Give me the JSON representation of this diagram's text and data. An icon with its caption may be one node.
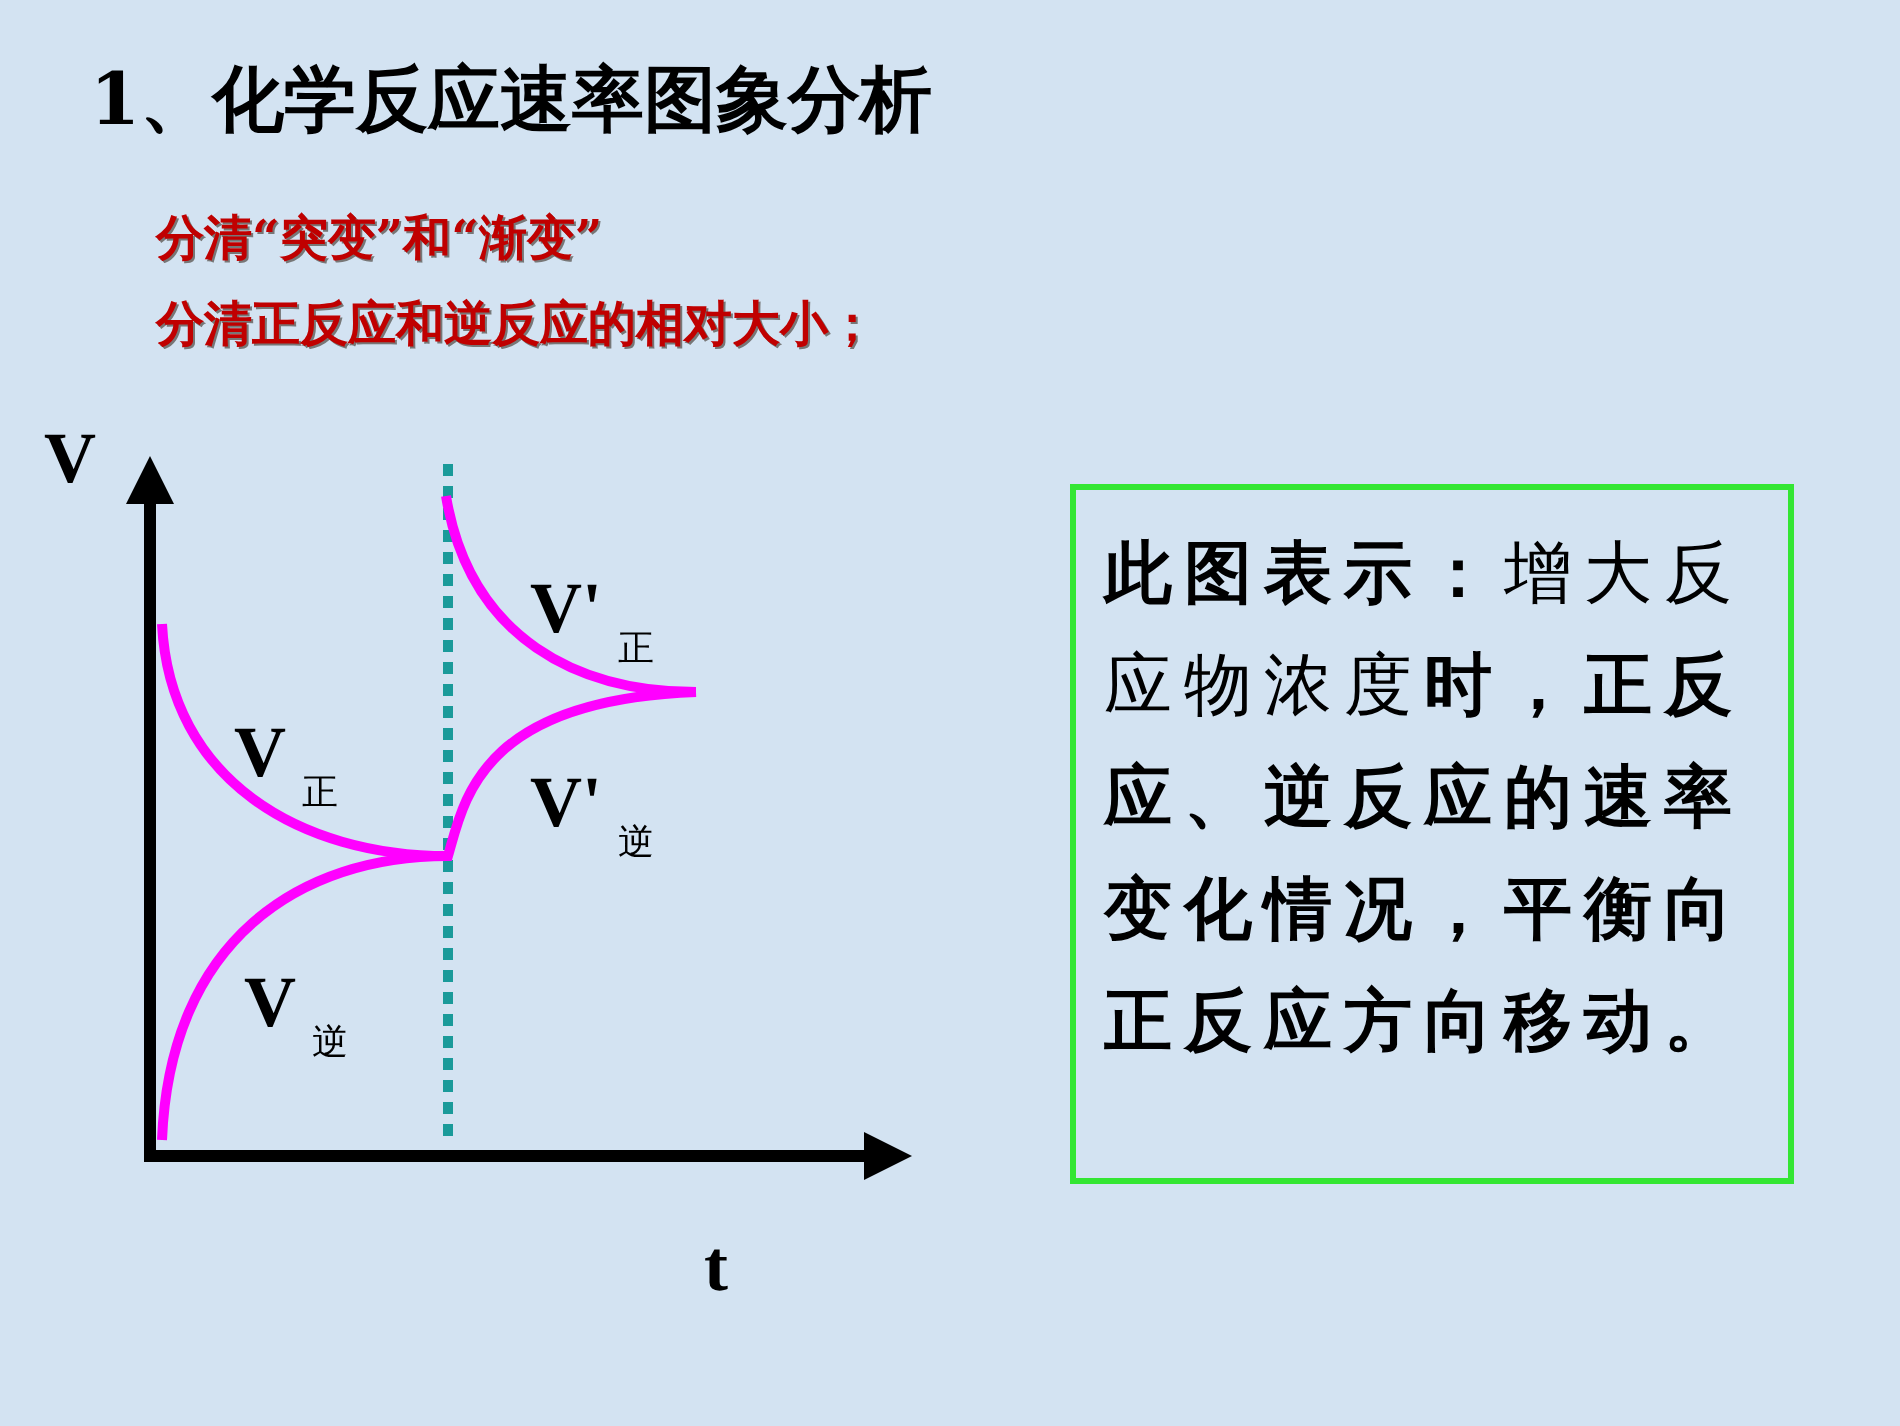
{
  "diagram": {
    "title": "1、化学反应速率图象分析",
    "nodes": [
      {
        "text": [
          "**此图表示：**增大反应物浓度**时，正反应、逆反应的速率变化情况，平衡向正反应方向移动。**"
        ]
      }
    ],
    "edges": [],
    "labels": [
      "分清“突变”和“渐变”",
      "分清正反应和逆反应的相对大小；",
      "V",
      "V'$_{正}$",
      "V$_{正}$",
      "V'$_{逆}$",
      "V$_{逆}$",
      "t"
    ]
  }
}
